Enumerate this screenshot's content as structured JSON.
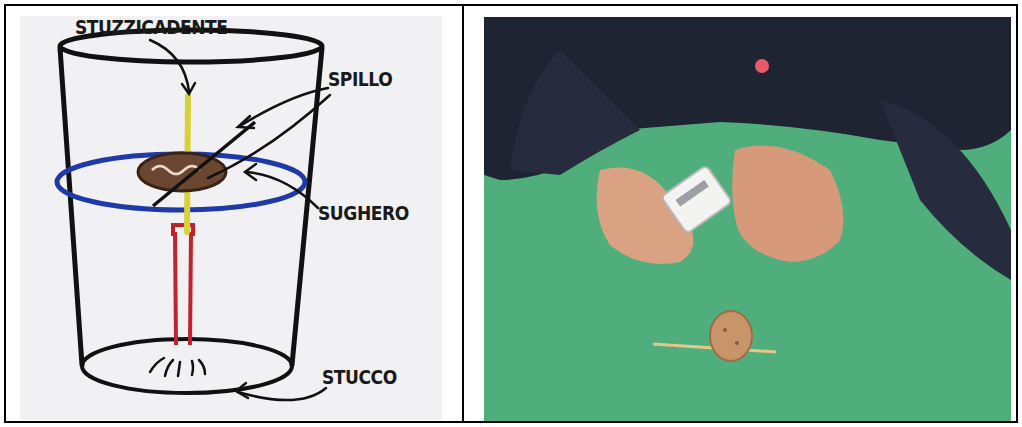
{
  "diagram": {
    "labels": [
      "STUZZICADENTE",
      "SPILLO",
      "SUGHERO",
      "STUCCO"
    ]
  }
}
